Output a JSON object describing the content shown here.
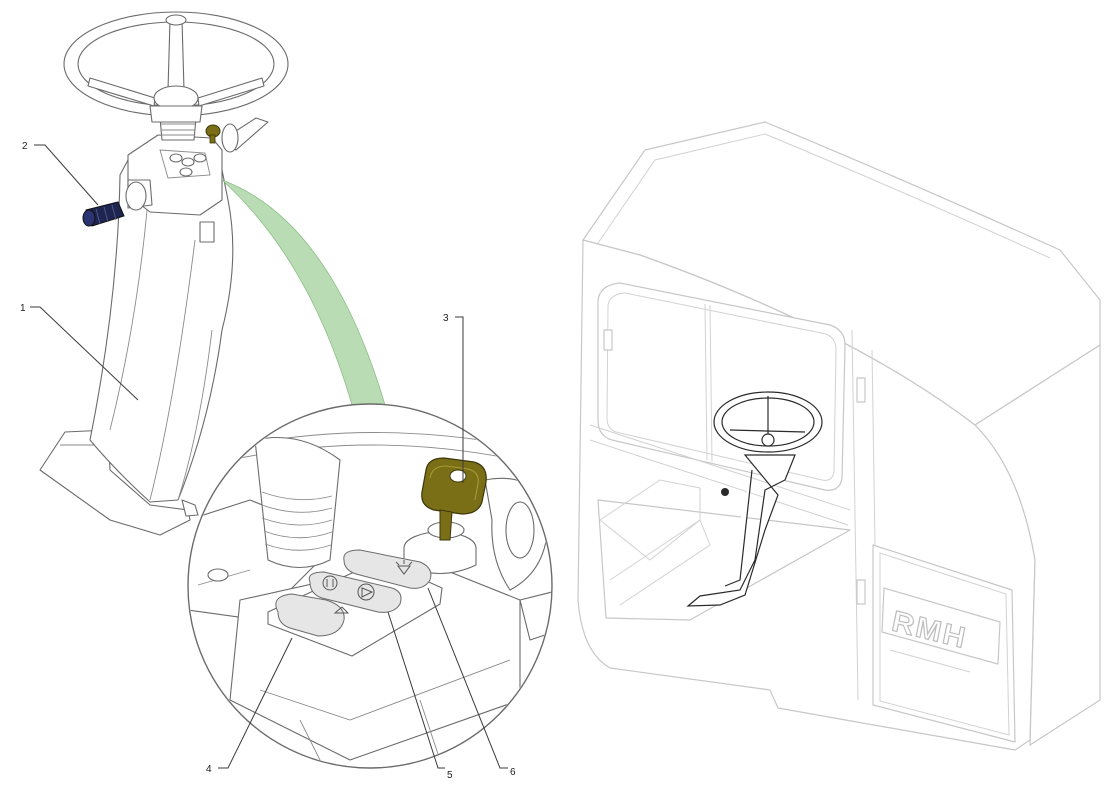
{
  "callouts": [
    {
      "id": "1",
      "label": "1"
    },
    {
      "id": "2",
      "label": "2"
    },
    {
      "id": "3",
      "label": "3"
    },
    {
      "id": "4",
      "label": "4"
    },
    {
      "id": "5",
      "label": "5"
    },
    {
      "id": "6",
      "label": "6"
    }
  ],
  "cab_logo": "RMH",
  "colors": {
    "ignition_key": "#7a6f16",
    "detail_connector": "#b9dcb4",
    "knob": "#1e2550",
    "ghost_lines": "#c7c7c7"
  },
  "icons": [
    "steering-column",
    "steering-wheel",
    "ignition-key",
    "control-knob",
    "button-panel",
    "cab-enclosure"
  ]
}
